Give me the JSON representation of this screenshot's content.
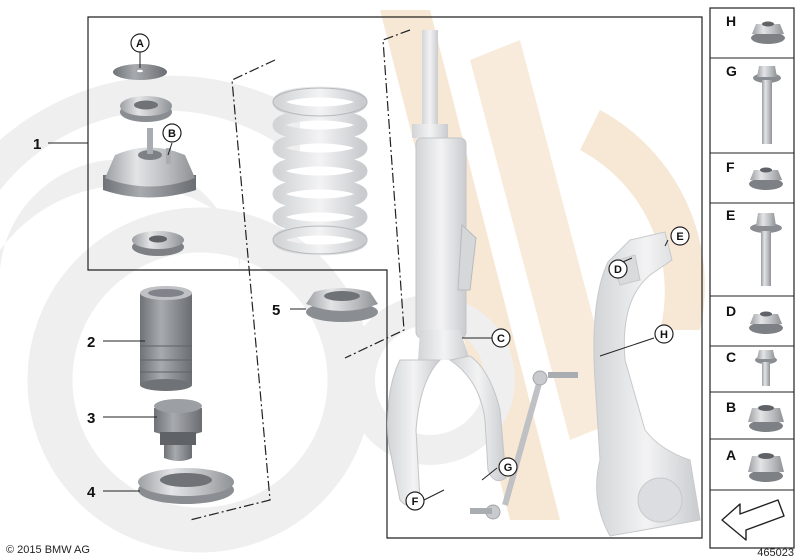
{
  "diagram": {
    "colors": {
      "part_grey": "#c4c6c9",
      "part_dark": "#8a8d91",
      "part_light": "#e6e7e9",
      "watermark_grey": "#ececec",
      "watermark_orange": "#f4dcc2",
      "line": "#222222"
    },
    "main_callouts": [
      {
        "id": "num-1",
        "label": "1"
      },
      {
        "id": "num-2",
        "label": "2"
      },
      {
        "id": "num-3",
        "label": "3"
      },
      {
        "id": "num-4",
        "label": "4"
      },
      {
        "id": "num-5",
        "label": "5"
      }
    ],
    "letter_callouts": [
      {
        "id": "c-a",
        "label": "A"
      },
      {
        "id": "c-b",
        "label": "B"
      },
      {
        "id": "c-c",
        "label": "C"
      },
      {
        "id": "c-d",
        "label": "D"
      },
      {
        "id": "c-e",
        "label": "E"
      },
      {
        "id": "c-f",
        "label": "F"
      },
      {
        "id": "c-g",
        "label": "G"
      },
      {
        "id": "c-h",
        "label": "H"
      }
    ],
    "side_panel": [
      {
        "label": "H",
        "icon": "flange-nut-icon"
      },
      {
        "label": "G",
        "icon": "long-bolt-icon"
      },
      {
        "label": "F",
        "icon": "flange-nut-icon"
      },
      {
        "label": "E",
        "icon": "flange-bolt-icon"
      },
      {
        "label": "D",
        "icon": "flange-nut-icon"
      },
      {
        "label": "C",
        "icon": "short-bolt-icon"
      },
      {
        "label": "B",
        "icon": "lock-nut-icon"
      },
      {
        "label": "A",
        "icon": "lock-nut-icon"
      }
    ],
    "copyright": "© 2015 BMW AG",
    "diagram_number": "465023"
  }
}
